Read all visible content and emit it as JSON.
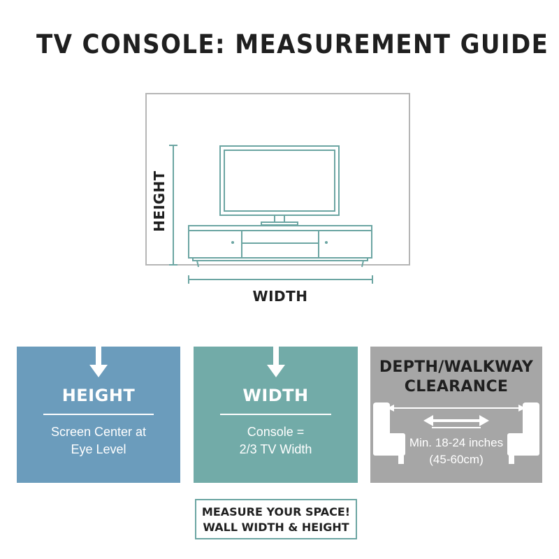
{
  "title": "TV CONSOLE: MEASUREMENT GUIDE",
  "diagram": {
    "height_label": "HEIGHT",
    "width_label": "WIDTH"
  },
  "cards": {
    "height": {
      "heading": "HEIGHT",
      "line1": "Screen Center at",
      "line2": "Eye Level"
    },
    "width": {
      "heading": "WIDTH",
      "line1": "Console =",
      "line2": "2/3 TV Width"
    },
    "depth": {
      "heading_line1": "DEPTH/WALKWAY",
      "heading_line2": "CLEARANCE",
      "line1": "Min. 18-24 inches",
      "line2": "(45-60cm)"
    }
  },
  "cta": {
    "line1": "MEASURE YOUR SPACE!",
    "line2": "WALL WIDTH & HEIGHT"
  },
  "colors": {
    "line_teal": "#6ba5a2",
    "wall_grey": "#b5b5b5",
    "height_card": "#6b9cbc",
    "width_card": "#72aba8",
    "depth_card": "#a6a6a6"
  }
}
